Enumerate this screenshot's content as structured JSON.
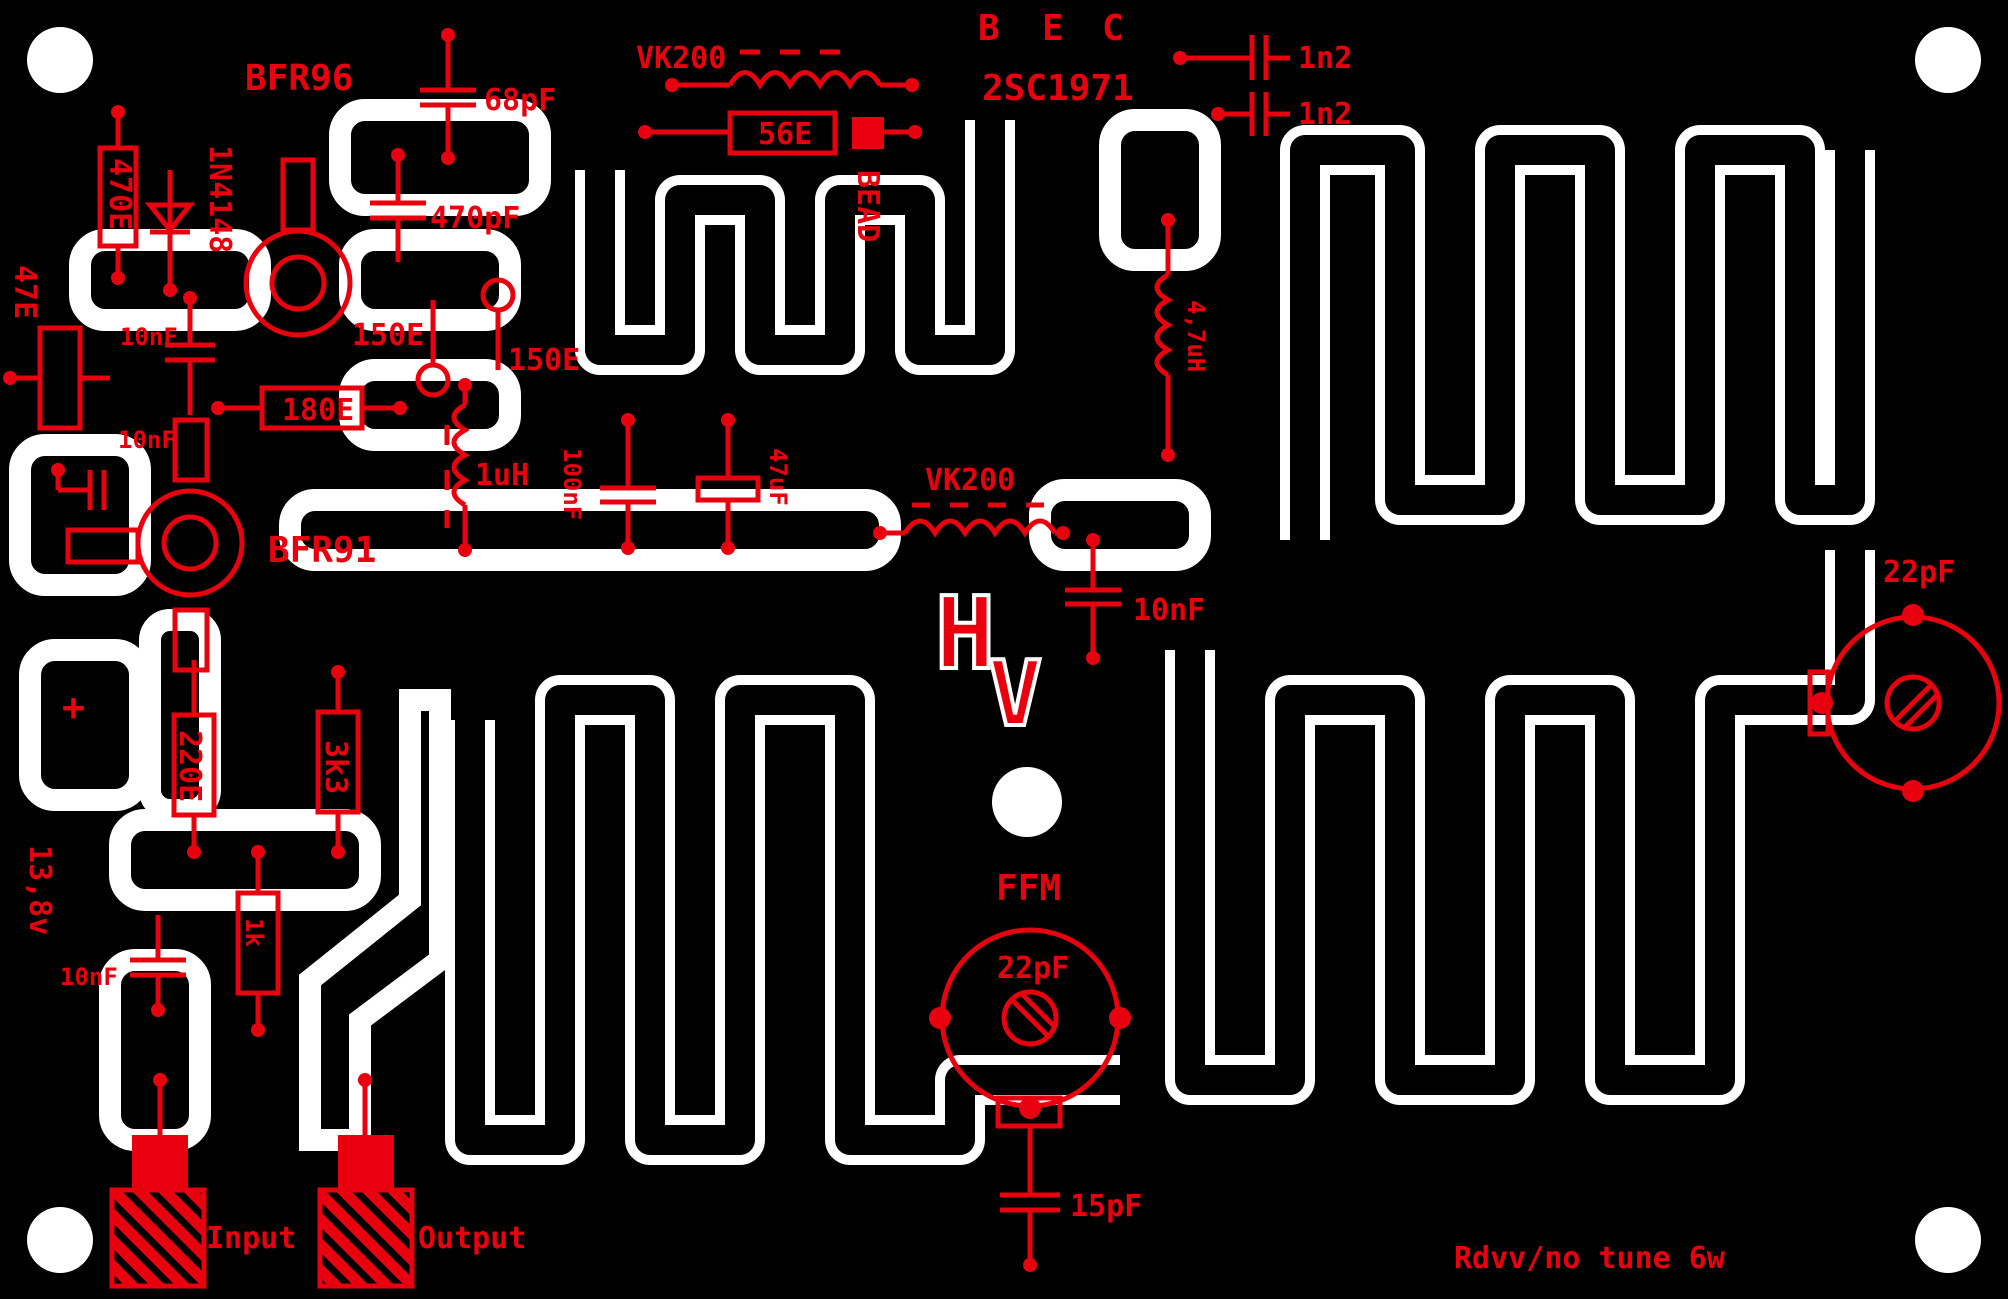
{
  "board": {
    "background": "#000000",
    "copper_color": "#ffffff",
    "silk_color": "#e8000e"
  },
  "labels": {
    "bfr96": "BFR96",
    "bfr91": "BFR91",
    "vk200_top": "VK200",
    "vk200_mid": "VK200",
    "pin_b": "B",
    "pin_e": "E",
    "pin_c": "C",
    "transistor_2sc1971": "2SC1971",
    "c_68pf": "68pF",
    "c_470pf": "470pF",
    "r_56e": "56E",
    "bead": "BEAD",
    "c_1n2_a": "1n2",
    "c_1n2_b": "1n2",
    "r_470e": "470E",
    "d_1n4148": "1N4148",
    "r_47e": "47E",
    "c_10nf_a": "10nF",
    "c_10nf_b": "10nF",
    "r_150e_a": "150E",
    "r_150e_b": "150E",
    "r_180e": "180E",
    "l_1uh": "1uH",
    "c_100nf": "100nF",
    "c_47uf": "47uF",
    "l_47uh": "4,7uH",
    "c_10nf_c": "10nF",
    "c_22pf_right": "22pF",
    "plus": "+",
    "r_220e": "220E",
    "r_3k3": "3k3",
    "v_138": "13,8v",
    "c_10nf_d": "10nF",
    "r_1k": "1k",
    "hv_h": "H",
    "hv_v": "V",
    "ffm": "FFM",
    "c_22pf_center": "22pF",
    "c_15pf": "15pF",
    "input": "Input",
    "output": "Output",
    "credit": "Rdvv/no tune 6w"
  }
}
